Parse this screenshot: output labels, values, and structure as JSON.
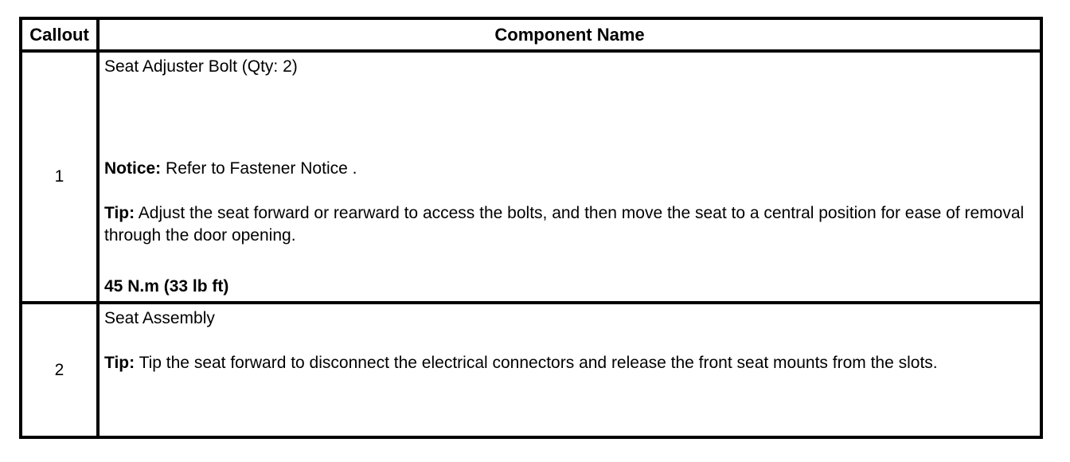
{
  "table": {
    "headers": {
      "callout": "Callout",
      "component": "Component Name"
    },
    "rows": [
      {
        "callout": "1",
        "title": "Seat Adjuster Bolt (Qty: 2)",
        "notice_label": "Notice:",
        "notice_text": " Refer to Fastener Notice .",
        "tip_label": "Tip:",
        "tip_text": " Adjust the seat forward or rearward to access the bolts, and then move the seat to a central position for ease of removal through the door opening.",
        "torque": "45 N.m (33 lb ft)"
      },
      {
        "callout": "2",
        "title": "Seat Assembly",
        "tip_label": "Tip:",
        "tip_text": " Tip the seat forward to disconnect the electrical connectors and release the front seat mounts from the slots."
      }
    ]
  }
}
